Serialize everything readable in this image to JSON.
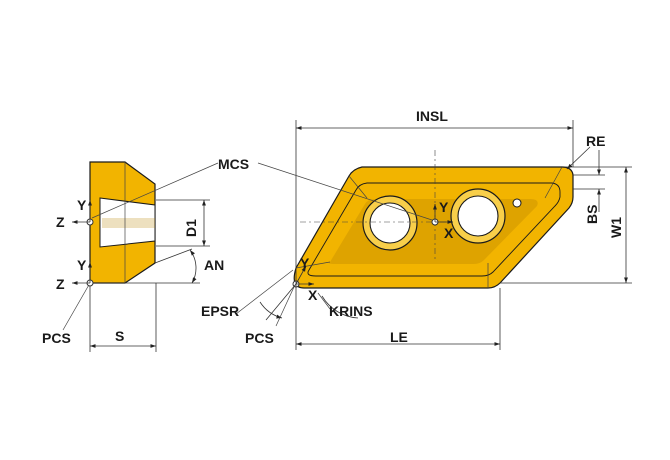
{
  "colors": {
    "insert": "#f2b400",
    "insert_dark": "#b98500",
    "insert_light": "#f8cf4a",
    "line": "#1a1a1a",
    "background": "#ffffff"
  },
  "labels": {
    "mcs": "MCS",
    "pcs_left": "PCS",
    "pcs_right": "PCS",
    "s": "S",
    "d1": "D1",
    "an": "AN",
    "epsr": "EPSR",
    "krins": "KRINS",
    "le": "LE",
    "insl": "INSL",
    "re": "RE",
    "bs": "BS",
    "w1": "W1",
    "z_top": "Z",
    "y_top": "Y",
    "z_bot": "Z",
    "y_bot": "Y",
    "y_mcs": "Y",
    "x_mcs": "X",
    "y_pcs": "Y",
    "x_pcs": "X"
  }
}
